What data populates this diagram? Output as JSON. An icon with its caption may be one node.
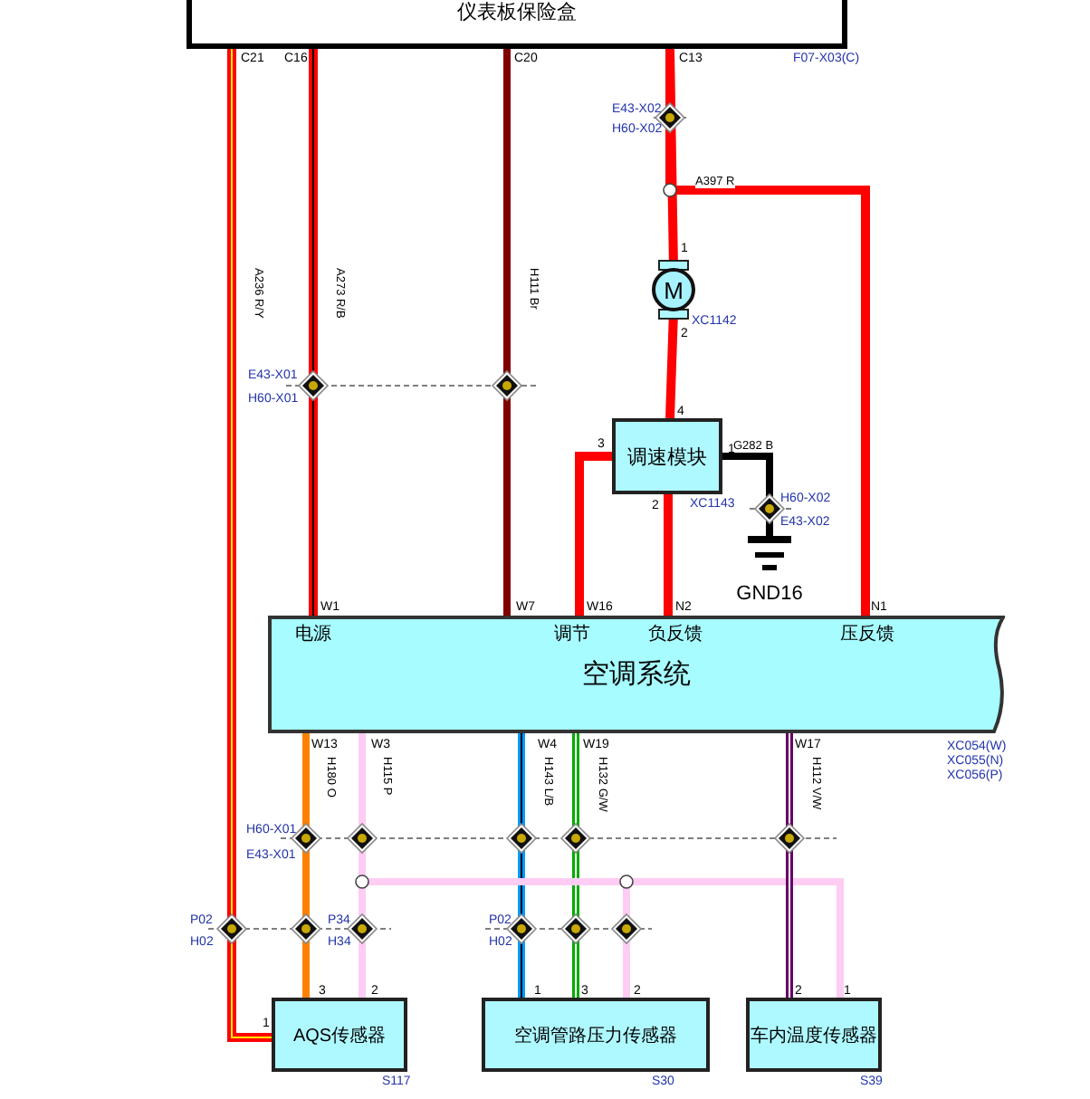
{
  "diagram": {
    "nodes": [
      {
        "text": [
          "仪表板保险盒"
        ],
        "beside": [
          "F07-X03(C)"
        ]
      },
      {
        "text": [
          "M"
        ],
        "beside": [
          "XC1142"
        ]
      },
      {
        "text": [
          "调速模块"
        ],
        "beside": [
          "XC1143"
        ]
      },
      {
        "text": [
          "GND16"
        ]
      },
      {
        "text": [
          "空调系统"
        ],
        "beside": [
          "XC054(W)",
          "XC055(N)",
          "XC056(P)"
        ]
      },
      {
        "text": [
          "AQS传感器"
        ],
        "beside": [
          "S117"
        ]
      },
      {
        "text": [
          "空调管路压力传感器"
        ],
        "beside": [
          "S30"
        ]
      },
      {
        "text": [
          "车内温度传感器"
        ],
        "beside": [
          "S39"
        ]
      }
    ],
    "edges": [
      {
        "from": 0,
        "to": 5,
        "arrow": "none",
        "label": "A236 R/Y"
      },
      {
        "from": 0,
        "to": 4,
        "arrow": "none",
        "label": "A273 R/B"
      },
      {
        "from": 0,
        "to": 4,
        "arrow": "none",
        "label": "H111 Br",
        "color": "#800000"
      },
      {
        "from": 0,
        "to": 1,
        "arrow": "none"
      },
      {
        "from": 0,
        "to": 4,
        "arrow": "none",
        "label": "A397 R"
      },
      {
        "from": 1,
        "to": 2,
        "arrow": "none"
      },
      {
        "from": 2,
        "to": 4,
        "arrow": "none"
      },
      {
        "from": 2,
        "to": 4,
        "arrow": "none"
      },
      {
        "from": 2,
        "to": 3,
        "arrow": "none",
        "label": "G282 B",
        "color": "#000000"
      },
      {
        "from": 4,
        "to": 5,
        "arrow": "none",
        "label": "H180 O",
        "color": "#ff8000"
      },
      {
        "from": 4,
        "to": 5,
        "arrow": "none",
        "label": "H115 P",
        "color": "#ffccf4"
      },
      {
        "from": 4,
        "to": 6,
        "arrow": "none",
        "label": "H143 L/B",
        "color": "#0099ff"
      },
      {
        "from": 4,
        "to": 6,
        "arrow": "none",
        "label": "H132 G/W",
        "color": "#00aa00"
      },
      {
        "from": 4,
        "to": 6,
        "arrow": "none",
        "color": "#ffccf4"
      },
      {
        "from": 4,
        "to": 7,
        "arrow": "none",
        "color": "#ffccf4"
      },
      {
        "from": 4,
        "to": 7,
        "arrow": "none",
        "label": "H112 V/W",
        "color": "#660066"
      }
    ],
    "labels": [
      "C21",
      "C16",
      "C20",
      "C13",
      "E43-X02",
      "H60-X02",
      "1",
      "2",
      "E43-X01",
      "H60-X01",
      "3",
      "4",
      "1",
      "2",
      "H60-X02",
      "E43-X02",
      "W1",
      "W7",
      "W16",
      "N2",
      "N1",
      "电源",
      "调节",
      "负反馈",
      "压反馈",
      "W13",
      "W3",
      "W4",
      "W19",
      "W17",
      "H60-X01",
      "E43-X01",
      "P02",
      "H02",
      "P34",
      "H34",
      "P02",
      "H02",
      "1",
      "3",
      "2",
      "1",
      "3",
      "2",
      "2",
      "1"
    ]
  }
}
